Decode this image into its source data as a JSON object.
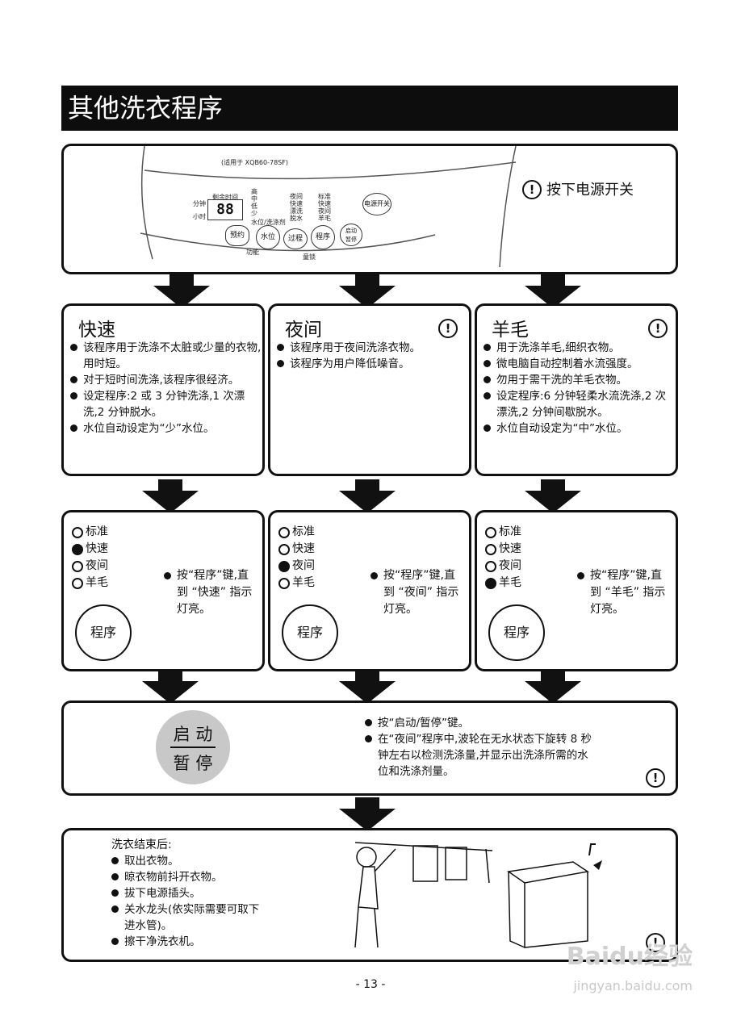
{
  "header": {
    "title": "其他洗衣程序"
  },
  "panel": {
    "model_note": "(适用于 XQB60-78SF)",
    "power_instruction": "按下电源开关",
    "time_label": "剩余时间",
    "minutes_label": "分钟",
    "hours_label": "小时",
    "display": "88",
    "water_levels": [
      "高",
      "中",
      "低",
      "少"
    ],
    "water_caption": "水位/洗涤剂",
    "programs_col1": [
      "夜间",
      "快速",
      "漂洗",
      "脱水"
    ],
    "programs_col2": [
      "标准",
      "快速",
      "夜间",
      "羊毛"
    ],
    "power_button": "电源开关",
    "buttons": {
      "reserve": "预约",
      "water": "水位",
      "process": "过程",
      "program": "程序",
      "start": "启动",
      "pause": "暂停"
    },
    "small_label_1": "功能",
    "small_label_2": "童锁"
  },
  "cards": [
    {
      "title": "快速",
      "bullets": [
        "该程序用于洗涤不太脏或少量的衣物,用时短。",
        "对于短时间洗涤,该程序很经济。",
        "设定程序:2 或 3 分钟洗涤,1 次漂洗,2 分钟脱水。",
        "水位自动设定为“少”水位。"
      ]
    },
    {
      "title": "夜间",
      "bullets": [
        "该程序用于夜间洗涤衣物。",
        "该程序为用户降低噪音。"
      ]
    },
    {
      "title": "羊毛",
      "bullets": [
        "用于洗涤羊毛,细织衣物。",
        "微电脑自动控制着水流强度。",
        "勿用于需干洗的羊毛衣物。",
        "设定程序:6 分钟轻柔水流洗涤,2 次漂洗,2 分钟间歇脱水。",
        "水位自动设定为“中”水位。"
      ]
    }
  ],
  "program_options": [
    "标准",
    "快速",
    "夜间",
    "羊毛"
  ],
  "selectors": [
    {
      "selected_index": 1,
      "button": "程序",
      "press_lines": [
        "按“程序”键,直",
        "到 “快速” 指示",
        "灯亮。"
      ]
    },
    {
      "selected_index": 2,
      "button": "程序",
      "press_lines": [
        "按“程序”键,直",
        "到 “夜间” 指示",
        "灯亮。"
      ]
    },
    {
      "selected_index": 3,
      "button": "程序",
      "press_lines": [
        "按“程序”键,直",
        "到 “羊毛” 指示",
        "灯亮。"
      ]
    }
  ],
  "start_section": {
    "button_line1": "启 动",
    "button_line2": "暂 停",
    "bullets": [
      "按“启动/暂停”键。",
      "在“夜间”程序中,波轮在无水状态下旋转 8 秒钟左右以检测洗涤量,并显示出洗涤所需的水位和洗涤剂量。"
    ]
  },
  "end_section": {
    "title": "洗衣结束后:",
    "bullets": [
      "取出衣物。",
      "晾衣物前抖开衣物。",
      "拔下电源插头。",
      "关水龙头(依实际需要可取下进水管)。",
      "擦干净洗衣机。"
    ]
  },
  "warning_symbol": "!",
  "page_number": "- 13 -",
  "watermark": {
    "brand": "Baidu经验",
    "url": "jingyan.baidu.com"
  }
}
